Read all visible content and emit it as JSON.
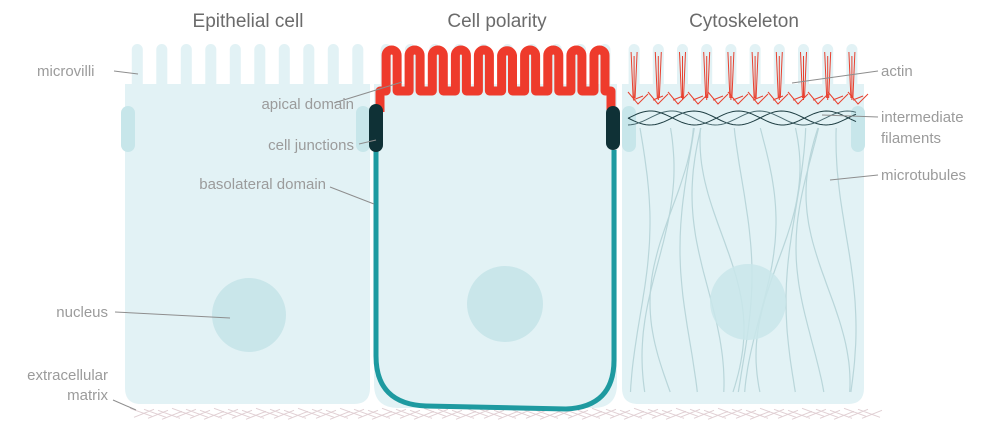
{
  "titles": {
    "epithelial": "Epithelial cell",
    "polarity": "Cell polarity",
    "cytoskeleton": "Cytoskeleton"
  },
  "labels": {
    "microvilli": "microvilli",
    "apical_domain": "apical domain",
    "cell_junctions": "cell junctions",
    "basolateral_domain": "basolateral domain",
    "nucleus": "nucleus",
    "extracellular_1": "extracellular",
    "extracellular_2": "matrix",
    "actin": "actin",
    "intermediate_1": "intermediate",
    "intermediate_2": "filaments",
    "microtubules": "microtubules"
  },
  "colors": {
    "cell_fill": "#e2f2f5",
    "nucleus_fill": "#c9e6ea",
    "apical": "#ee3b2c",
    "basolateral": "#1e9aa0",
    "junction": "#0f3136",
    "junction_light": "#c7e6ea",
    "actin": "#e8402f",
    "intermediate": "#1f3f44",
    "microtubule": "#b9d6da",
    "ecm": "#e0cfd3",
    "label_text": "#9b9b9b",
    "title_text": "#6b6b6b"
  }
}
